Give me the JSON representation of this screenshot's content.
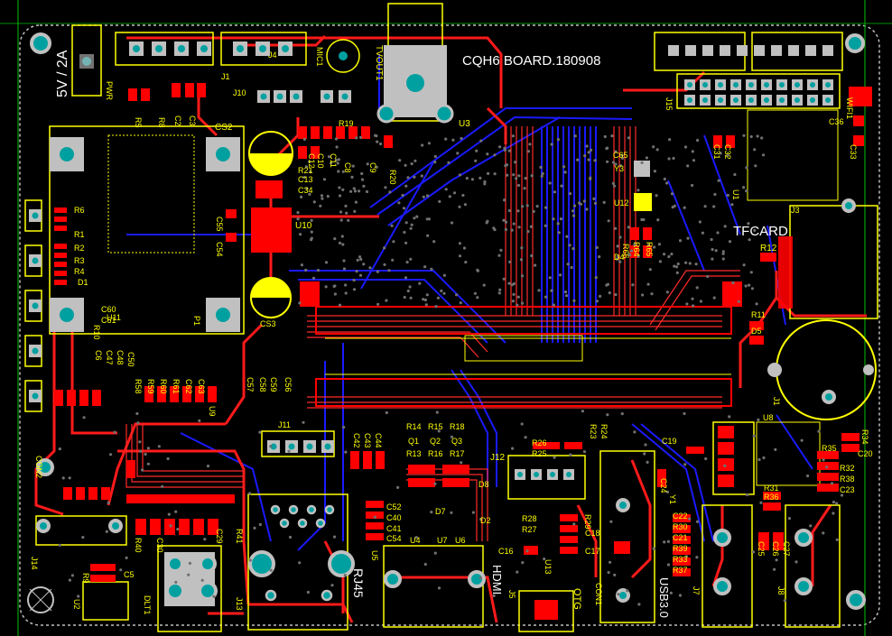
{
  "board": {
    "title": "CQH6 BOARD.180908",
    "power_label": "5V / 2A",
    "tfcard_label": "TFCARD",
    "rj45_label": "RJ45",
    "hdmi_label": "HDMI",
    "usb30_label": "USB3.0",
    "otg_label": "OTG",
    "tvout_label": "TVOUT1"
  },
  "colors": {
    "background": "#000000",
    "top_copper": "#ff0000",
    "bottom_copper": "#0000ff",
    "silkscreen": "#ffff00",
    "pad": "#c0c0c0",
    "drill": "#00a0a0",
    "via": "#808080"
  },
  "designators": [
    {
      "text": "J10"
    },
    {
      "text": "J1"
    },
    {
      "text": "J4"
    },
    {
      "text": "PWR"
    },
    {
      "text": "R5"
    },
    {
      "text": "R8"
    },
    {
      "text": "C2"
    },
    {
      "text": "C3"
    },
    {
      "text": "CS2"
    },
    {
      "text": "C55"
    },
    {
      "text": "C54"
    },
    {
      "text": "CS3"
    },
    {
      "text": "U10"
    },
    {
      "text": "U11"
    },
    {
      "text": "P1"
    },
    {
      "text": "R6"
    },
    {
      "text": "R1"
    },
    {
      "text": "R2"
    },
    {
      "text": "R3"
    },
    {
      "text": "R4"
    },
    {
      "text": "D1"
    },
    {
      "text": "R10"
    },
    {
      "text": "C6"
    },
    {
      "text": "C47"
    },
    {
      "text": "C48"
    },
    {
      "text": "C50"
    },
    {
      "text": "C60"
    },
    {
      "text": "C61"
    },
    {
      "text": "R58"
    },
    {
      "text": "R59"
    },
    {
      "text": "R60"
    },
    {
      "text": "R61"
    },
    {
      "text": "C62"
    },
    {
      "text": "C63"
    },
    {
      "text": "U9"
    },
    {
      "text": "CON2"
    },
    {
      "text": "R40"
    },
    {
      "text": "C30"
    },
    {
      "text": "C29"
    },
    {
      "text": "R41"
    },
    {
      "text": "J14"
    },
    {
      "text": "R9"
    },
    {
      "text": "C5"
    },
    {
      "text": "U2"
    },
    {
      "text": "DLT1"
    },
    {
      "text": "J13"
    },
    {
      "text": "R19"
    },
    {
      "text": "C10"
    },
    {
      "text": "C8"
    },
    {
      "text": "C9"
    },
    {
      "text": "R20"
    },
    {
      "text": "R21"
    },
    {
      "text": "C13"
    },
    {
      "text": "C34"
    },
    {
      "text": "C12"
    },
    {
      "text": "C11"
    },
    {
      "text": "MIC1"
    },
    {
      "text": "U3"
    },
    {
      "text": "C65"
    },
    {
      "text": "Y3"
    },
    {
      "text": "U12"
    },
    {
      "text": "R66"
    },
    {
      "text": "R64"
    },
    {
      "text": "R65"
    },
    {
      "text": "D4"
    },
    {
      "text": "U1"
    },
    {
      "text": "J15"
    },
    {
      "text": "C31"
    },
    {
      "text": "C32"
    },
    {
      "text": "C36"
    },
    {
      "text": "C33"
    },
    {
      "text": "WIFI1"
    },
    {
      "text": "J3"
    },
    {
      "text": "R12"
    },
    {
      "text": "R11"
    },
    {
      "text": "D5"
    },
    {
      "text": "J1"
    },
    {
      "text": "U8"
    },
    {
      "text": "R34"
    },
    {
      "text": "R35"
    },
    {
      "text": "C20"
    },
    {
      "text": "R32"
    },
    {
      "text": "R38"
    },
    {
      "text": "C23"
    },
    {
      "text": "R31"
    },
    {
      "text": "R36"
    },
    {
      "text": "C24"
    },
    {
      "text": "Y1"
    },
    {
      "text": "C19"
    },
    {
      "text": "J11"
    },
    {
      "text": "C57"
    },
    {
      "text": "C58"
    },
    {
      "text": "C59"
    },
    {
      "text": "C56"
    },
    {
      "text": "C42"
    },
    {
      "text": "C43"
    },
    {
      "text": "C44"
    },
    {
      "text": "R14"
    },
    {
      "text": "R15"
    },
    {
      "text": "R18"
    },
    {
      "text": "Q1"
    },
    {
      "text": "Q2"
    },
    {
      "text": "Q3"
    },
    {
      "text": "R13"
    },
    {
      "text": "R16"
    },
    {
      "text": "R17"
    },
    {
      "text": "J12"
    },
    {
      "text": "R26"
    },
    {
      "text": "R25"
    },
    {
      "text": "R23"
    },
    {
      "text": "R24"
    },
    {
      "text": "D8"
    },
    {
      "text": "D7"
    },
    {
      "text": "D2"
    },
    {
      "text": "C52"
    },
    {
      "text": "C40"
    },
    {
      "text": "C41"
    },
    {
      "text": "C54"
    },
    {
      "text": "U4"
    },
    {
      "text": "U7"
    },
    {
      "text": "U6"
    },
    {
      "text": "U5"
    },
    {
      "text": "R28"
    },
    {
      "text": "R27"
    },
    {
      "text": "R29"
    },
    {
      "text": "C18"
    },
    {
      "text": "C17"
    },
    {
      "text": "C16"
    },
    {
      "text": "U13"
    },
    {
      "text": "J5"
    },
    {
      "text": "CON1"
    },
    {
      "text": "C22"
    },
    {
      "text": "R30"
    },
    {
      "text": "C21"
    },
    {
      "text": "R39"
    },
    {
      "text": "R33"
    },
    {
      "text": "R37"
    },
    {
      "text": "C25"
    },
    {
      "text": "C26"
    },
    {
      "text": "C27"
    },
    {
      "text": "J7"
    },
    {
      "text": "J8"
    }
  ]
}
